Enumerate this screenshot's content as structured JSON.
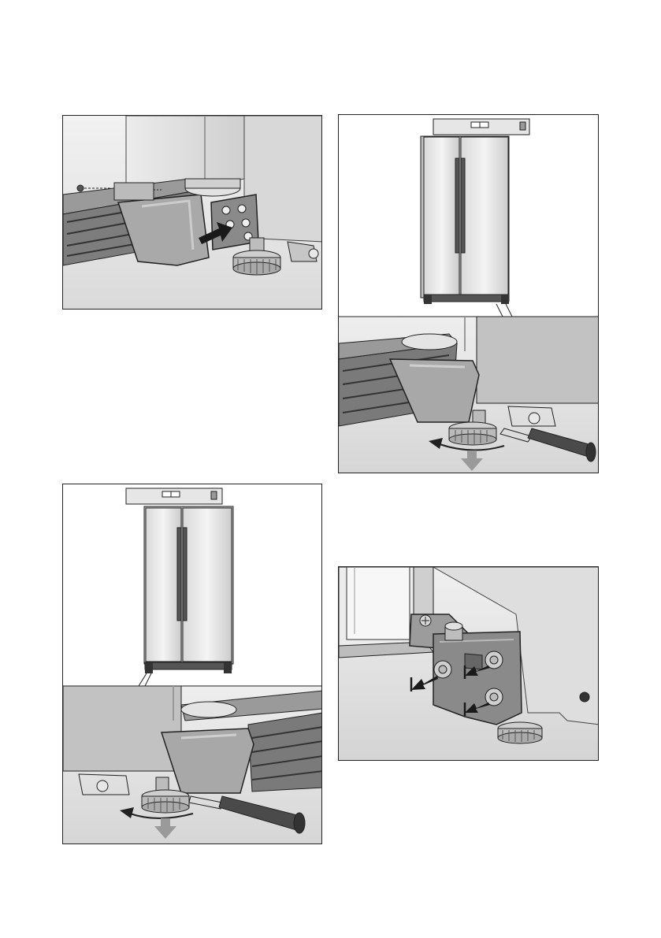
{
  "page": {
    "figures": [
      {
        "id": "a",
        "subject": "plinth-cover-attach"
      },
      {
        "id": "b",
        "subject": "level-adjust-right-foot"
      },
      {
        "id": "c",
        "subject": "level-adjust-left-foot"
      },
      {
        "id": "d",
        "subject": "hinge-bracket-screws"
      }
    ]
  },
  "colors": {
    "outline": "#222222",
    "light_grey": "#e4e4e4",
    "mid_grey": "#c4c4c4",
    "dark_grey": "#8c8c8c",
    "arrow_dark": "#1a1a1a",
    "arrow_grey": "#9a9a9a"
  },
  "icons": [
    "screw-icon",
    "push-arrow-icon",
    "rotate-arrow-icon",
    "down-arrow-icon",
    "screwdriver-icon",
    "spirit-level-icon"
  ]
}
